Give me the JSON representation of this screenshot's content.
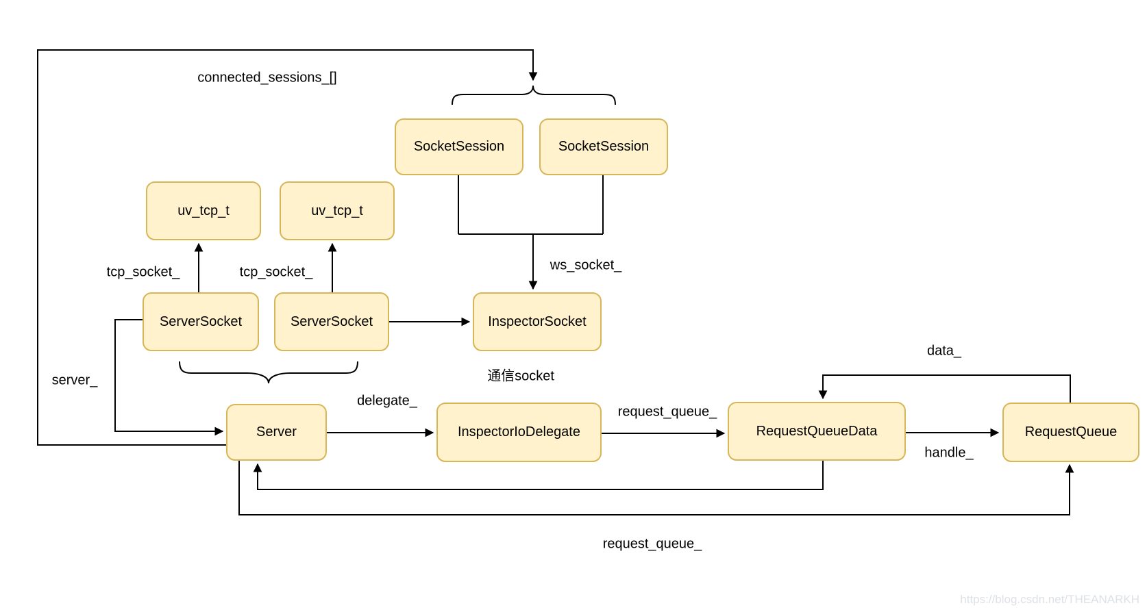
{
  "colors": {
    "node_fill": "#FFF2CC",
    "node_border": "#D6B656",
    "line": "#000000",
    "text": "#000000",
    "watermark": "#DEE1E5"
  },
  "nodes": {
    "socket_session_1": {
      "label": "SocketSession"
    },
    "socket_session_2": {
      "label": "SocketSession"
    },
    "uv_tcp_1": {
      "label": "uv_tcp_t"
    },
    "uv_tcp_2": {
      "label": "uv_tcp_t"
    },
    "server_socket_1": {
      "label": "ServerSocket"
    },
    "server_socket_2": {
      "label": "ServerSocket"
    },
    "inspector_socket": {
      "label": "InspectorSocket"
    },
    "server": {
      "label": "Server"
    },
    "inspector_io_delegate": {
      "label": "InspectorIoDelegate"
    },
    "request_queue_data": {
      "label": "RequestQueueData"
    },
    "request_queue": {
      "label": "RequestQueue"
    }
  },
  "edge_labels": {
    "connected_sessions": "connected_sessions_[]",
    "tcp_socket_1": "tcp_socket_",
    "tcp_socket_2": "tcp_socket_",
    "ws_socket": "ws_socket_",
    "comm_socket": "通信socket",
    "server_ref": "server_",
    "delegate": "delegate_",
    "request_queue_top": "request_queue_",
    "data_ref": "data_",
    "handle_ref": "handle_",
    "request_queue_bottom": "request_queue_"
  },
  "watermark": {
    "text": "https://blog.csdn.net/THEANARKH"
  }
}
